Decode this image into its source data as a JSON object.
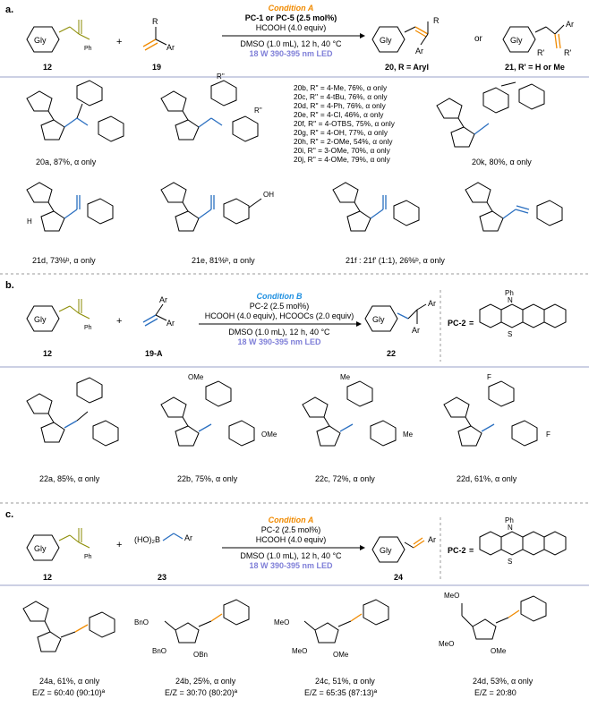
{
  "panel_a": {
    "label": "a.",
    "reagent_12": {
      "ring_label": "Gly",
      "number": "12",
      "ph": "Ph"
    },
    "reagent_19": {
      "r": "R",
      "ar": "Ar",
      "number": "19"
    },
    "plus": "+",
    "or": "or",
    "condition": {
      "title": "Condition A",
      "line1": "PC-1 or PC-5 (2.5 mol%)",
      "line2": "HCOOH (4.0 equiv)",
      "line3": "DMSO (1.0 mL), 12 h, 40 °C",
      "line4": "18 W 390-395 nm LED"
    },
    "product_20": {
      "ring_label": "Gly",
      "r": "R",
      "ar": "Ar",
      "caption": "20, R = Aryl"
    },
    "product_21": {
      "ring_label": "Gly",
      "ar": "Ar",
      "r1": "R'",
      "r2": "R'",
      "caption": "21, R' = H or Me"
    },
    "r_double_prime": "R''",
    "entries": [
      {
        "id": "20a",
        "text": "20a, 87%, α only"
      },
      {
        "id": "20k",
        "text": "20k, 80%, α only"
      },
      {
        "id": "21d",
        "text": "21d,  73%ᵇ, α only"
      },
      {
        "id": "21e",
        "text": "21e,  81%ᵇ, α only"
      },
      {
        "id": "21f",
        "text": "21f : 21f' (1:1),  26%ᵇ, α only"
      }
    ],
    "list_20": [
      "20b,  R'' = 4-Me, 76%, α only",
      "20c,  R'' = 4-tBu, 76%, α only",
      "20d,  R'' = 4-Ph, 76%, α only",
      "20e,  R'' = 4-Cl, 46%, α only",
      "20f,  R'' = 4-OTBS, 75%, α only",
      "20g,  R'' = 4-OH, 77%, α only",
      "20h,  R'' = 2-OMe, 54%, α only",
      "20i,  R'' = 3-OMe, 70%, α only",
      "20j,  R'' = 4-OMe, 79%, α only"
    ],
    "oh_label": "OH",
    "h_label": "H"
  },
  "panel_b": {
    "label": "b.",
    "reagent_12": {
      "ring_label": "Gly",
      "number": "12",
      "ph": "Ph"
    },
    "reagent_19A": {
      "ar1": "Ar",
      "ar2": "Ar",
      "number": "19-A"
    },
    "plus": "+",
    "condition": {
      "title": "Condition B",
      "line1": "PC-2 (2.5 mol%)",
      "line2": "HCOOH (4.0 equiv), HCOOCs (2.0 equiv)",
      "line3": "DMSO (1.0 mL), 12 h, 40 °C",
      "line4": "18 W 390-395 nm LED"
    },
    "product_22": {
      "ring_label": "Gly",
      "ar1": "Ar",
      "ar2": "Ar",
      "number": "22"
    },
    "pc2": {
      "label": "PC-2",
      "equals": "=",
      "n": "N",
      "ph": "Ph",
      "s": "S"
    },
    "entries": [
      {
        "id": "22a",
        "text": "22a, 85%, α only"
      },
      {
        "id": "22b",
        "text": "22b, 75%, α only",
        "sub": "OMe"
      },
      {
        "id": "22c",
        "text": "22c, 72%, α only",
        "sub": "Me"
      },
      {
        "id": "22d",
        "text": "22d, 61%, α only",
        "sub": "F"
      }
    ]
  },
  "panel_c": {
    "label": "c.",
    "reagent_12": {
      "ring_label": "Gly",
      "number": "12",
      "ph": "Ph"
    },
    "reagent_23": {
      "boron": "(HO)₂B",
      "ar": "Ar",
      "number": "23"
    },
    "plus": "+",
    "condition": {
      "title": "Condition A",
      "line1": "PC-2 (2.5 mol%)",
      "line2": "HCOOH (4.0 equiv)",
      "line3": "DMSO (1.0 mL), 12 h, 40 °C",
      "line4": "18 W 390-395 nm LED"
    },
    "product_24": {
      "ring_label": "Gly",
      "ar": "Ar",
      "number": "24"
    },
    "pc2": {
      "label": "PC-2",
      "equals": "=",
      "n": "N",
      "ph": "Ph",
      "s": "S"
    },
    "entries": [
      {
        "id": "24a",
        "yield": "24a, 61%, α only",
        "ez": "E/Z = 60:40 (90:10)ª"
      },
      {
        "id": "24b",
        "yield": "24b, 25%, α only",
        "ez": "E/Z = 30:70 (80:20)ª",
        "subs": [
          "BnO",
          "BnO",
          "OBn"
        ]
      },
      {
        "id": "24c",
        "yield": "24c, 51%, α only",
        "ez": "E/Z = 65:35 (87:13)ª",
        "subs": [
          "MeO",
          "MeO",
          "OMe"
        ]
      },
      {
        "id": "24d",
        "yield": "24d, 53%, α only",
        "ez": "E/Z = 20:80",
        "subs": [
          "MeO",
          "MeO",
          "OMe"
        ]
      }
    ]
  },
  "colors": {
    "condition_title": "#f08a00",
    "condition_b_title": "#1e8fe0",
    "led": "#7f7fd8",
    "bond_blue": "#2a6fc0",
    "bond_orange": "#f08a00",
    "separator": "#9aa0c8"
  }
}
